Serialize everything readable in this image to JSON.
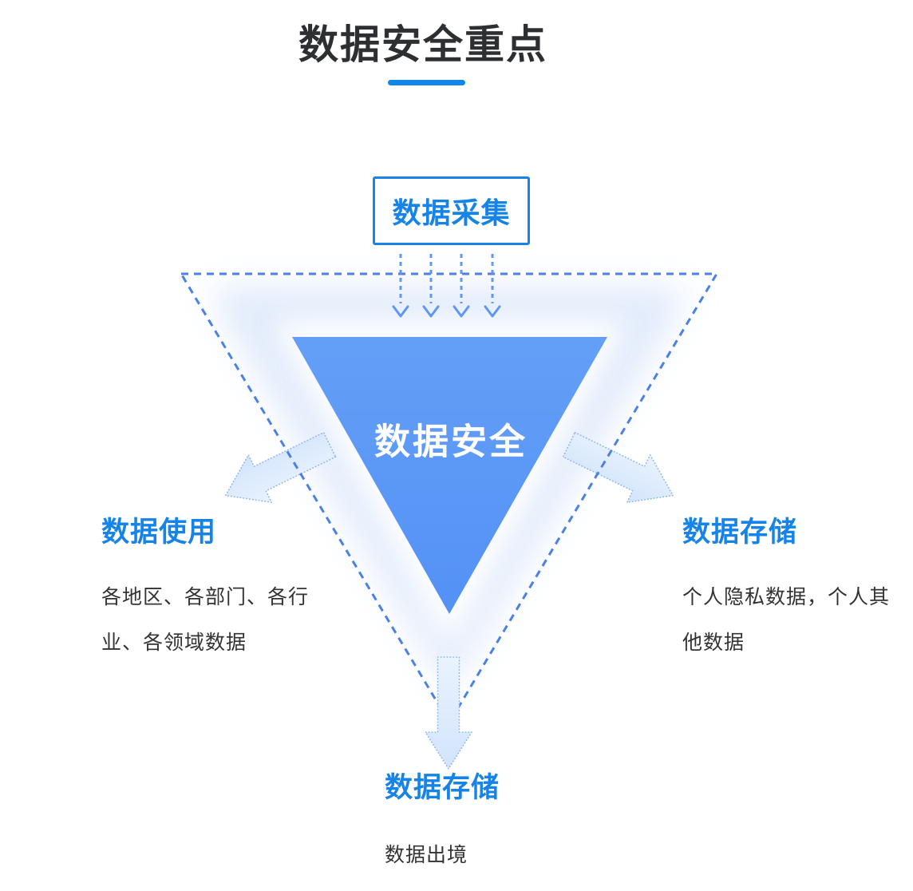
{
  "header": {
    "title": "数据安全重点"
  },
  "diagram": {
    "source_box": {
      "label": "数据采集"
    },
    "funnel": {
      "label": "数据安全"
    },
    "sections": {
      "left": {
        "title": "数据使用",
        "description": "各地区、各部门、各行\n业、各领域数据"
      },
      "right": {
        "title": "数据存储",
        "description": "个人隐私数据，个人其\n他数据"
      },
      "bottom": {
        "title": "数据存储",
        "description": "数据出境"
      }
    }
  },
  "colors": {
    "accent": "#1583e8",
    "underline": "#0e86ea",
    "funnel-fill-top": "#649ff7",
    "funnel-fill-bottom": "#5391f5",
    "funnel-text": "#ffffff",
    "dashed": "#4b80e5",
    "small-arrow": "#5f97f3",
    "block-arrow-border": "#8cb6f0",
    "glow": "#ccddf8",
    "text-dark": "#333333",
    "title-dark": "#2d2f33",
    "page-bg": "#ffffff"
  }
}
